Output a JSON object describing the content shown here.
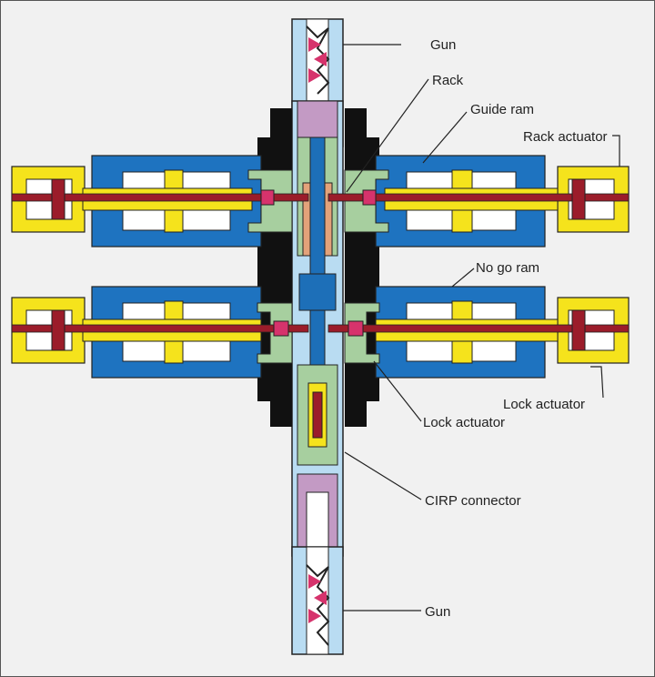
{
  "labels": {
    "gun_top": "Gun",
    "rack": "Rack",
    "guide_ram": "Guide ram",
    "rack_actuator": "Rack actuator",
    "no_go_ram": "No go ram",
    "lock_actuator_right": "Lock actuator",
    "lock_actuator_center": "Lock actuator",
    "cirp_connector": "CIRP connector",
    "gun_bottom": "Gun"
  },
  "colors": {
    "background": "#f1f1f1",
    "ram_body": "#1e73c0",
    "actuator": "#f5e31c",
    "rod": "#9b1c2a",
    "housing": "#111111",
    "collar": "#a7cf9f",
    "tube": "#b9dcf2",
    "inner_core": "#c39ac4",
    "bore": "#1d6fb8",
    "charge": "#d6336c",
    "connector_body": "#e3a27a"
  }
}
